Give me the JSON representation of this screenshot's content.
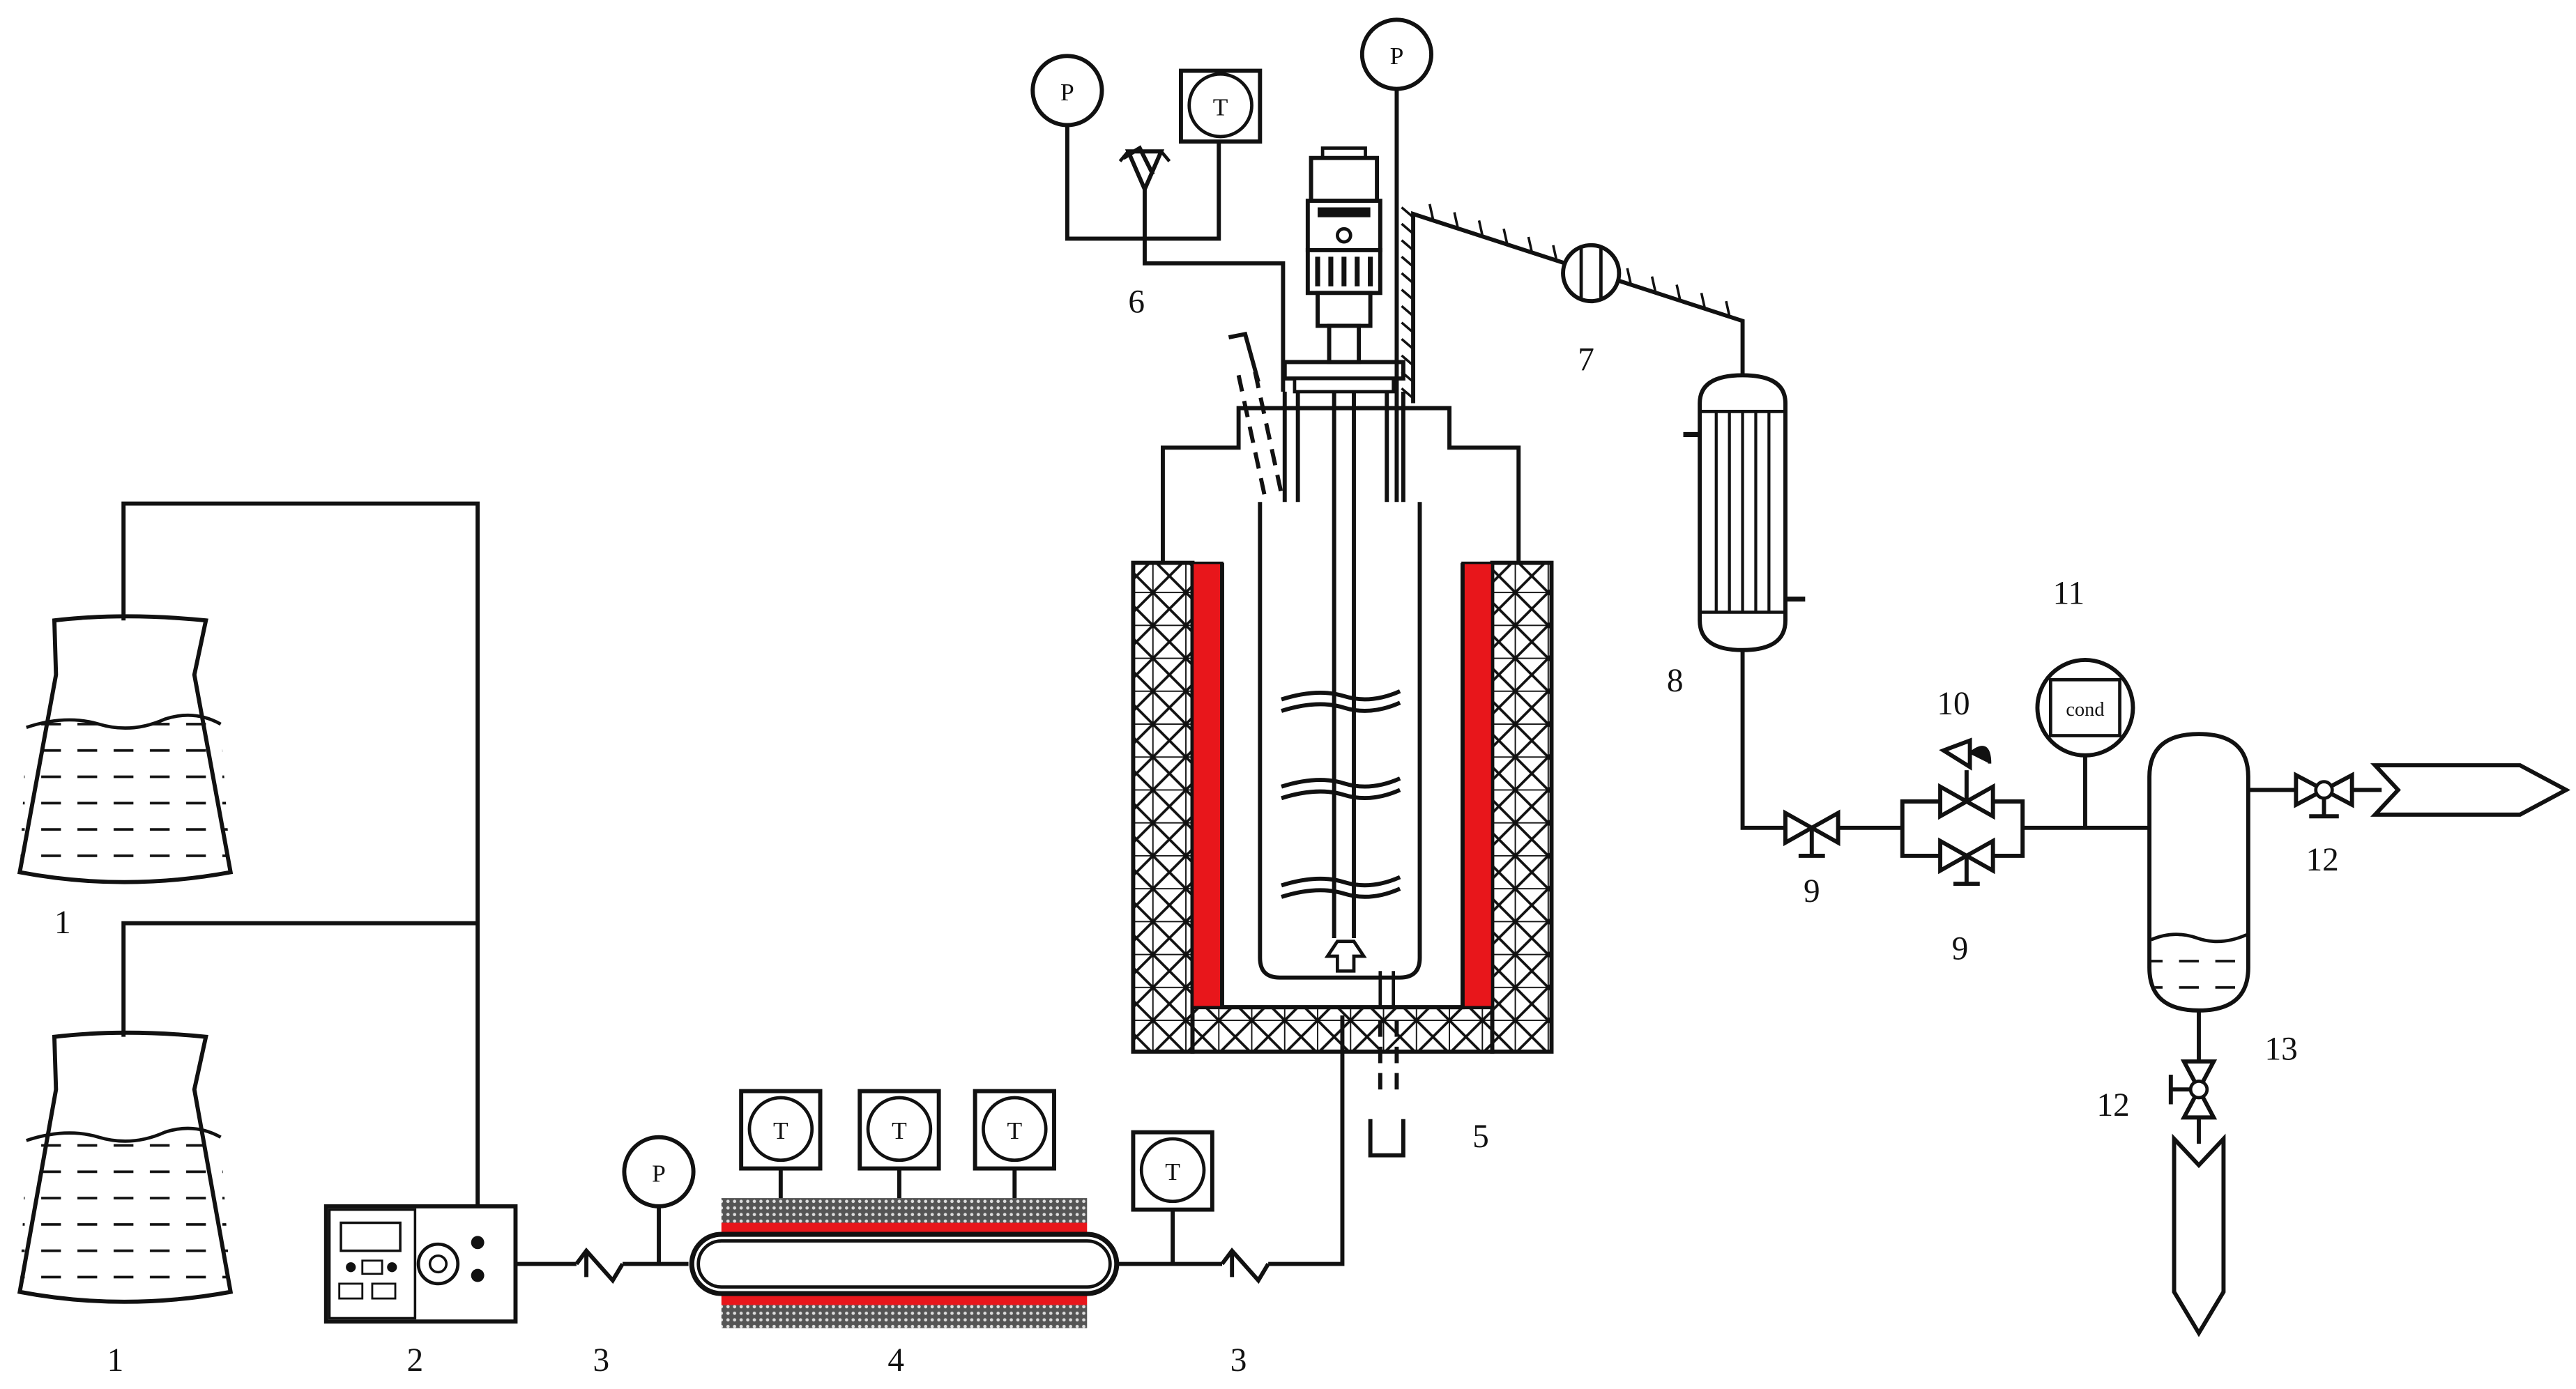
{
  "labels": {
    "feed_tank_1": "1",
    "feed_tank_2": "1",
    "pump": "2",
    "check_valve_left": "3",
    "check_valve_right": "3",
    "preheater": "4",
    "reactor": "5",
    "safety_valve": "6",
    "gas_line": "7",
    "condenser": "8",
    "valve_left": "9",
    "valve_lower": "9",
    "control_valve": "10",
    "conductivity_meter": "11",
    "outlet_valve_right": "12",
    "outlet_valve_bottom": "12",
    "separator": "13"
  },
  "gauges": {
    "pressure": "P",
    "temperature": "T",
    "conductivity": "cond"
  },
  "colors": {
    "heater": "#e8161b",
    "line": "#111111"
  }
}
